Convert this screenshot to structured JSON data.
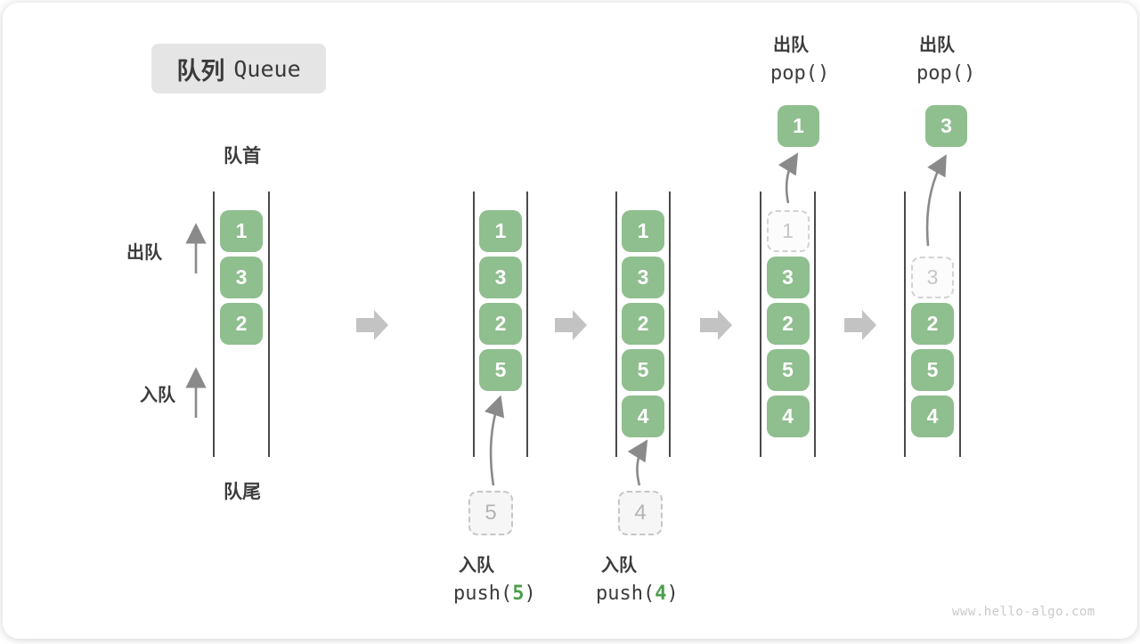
{
  "title": {
    "zh": "队列",
    "en": "Queue"
  },
  "labels": {
    "front": "队首",
    "rear": "队尾",
    "dequeue_side": "出队",
    "enqueue_side": "入队"
  },
  "colors": {
    "cell_green": "#8fbe8f",
    "code_arg_green": "#4d9e4d",
    "flow_arrow_gray": "#c3c3c3",
    "thin_arrow_gray": "#8a8a8a",
    "title_box_bg": "#e5e5e5",
    "text_dark": "#3c3c3c",
    "ghost_gray": "#c6c6c6"
  },
  "queues": [
    {
      "name": "state-initial",
      "cells": [
        "1",
        "3",
        "2"
      ]
    },
    {
      "name": "state-after-push-5",
      "cells": [
        "1",
        "3",
        "2",
        "5"
      ],
      "incoming_value": "5",
      "op_label": "入队",
      "op_fn": "push(",
      "op_arg": "5",
      "op_end": ")"
    },
    {
      "name": "state-after-push-4",
      "cells": [
        "1",
        "3",
        "2",
        "5",
        "4"
      ],
      "incoming_value": "4",
      "op_label": "入队",
      "op_fn": "push(",
      "op_arg": "4",
      "op_end": ")"
    },
    {
      "name": "state-after-pop-1",
      "ghost_value": "1",
      "cells": [
        "3",
        "2",
        "5",
        "4"
      ],
      "popped_value": "1",
      "op_label": "出队",
      "op_code": "pop()"
    },
    {
      "name": "state-after-pop-3",
      "ghost_value": "3",
      "cells": [
        "2",
        "5",
        "4"
      ],
      "popped_value": "3",
      "op_label": "出队",
      "op_code": "pop()"
    }
  ],
  "watermark": "www.hello-algo.com"
}
